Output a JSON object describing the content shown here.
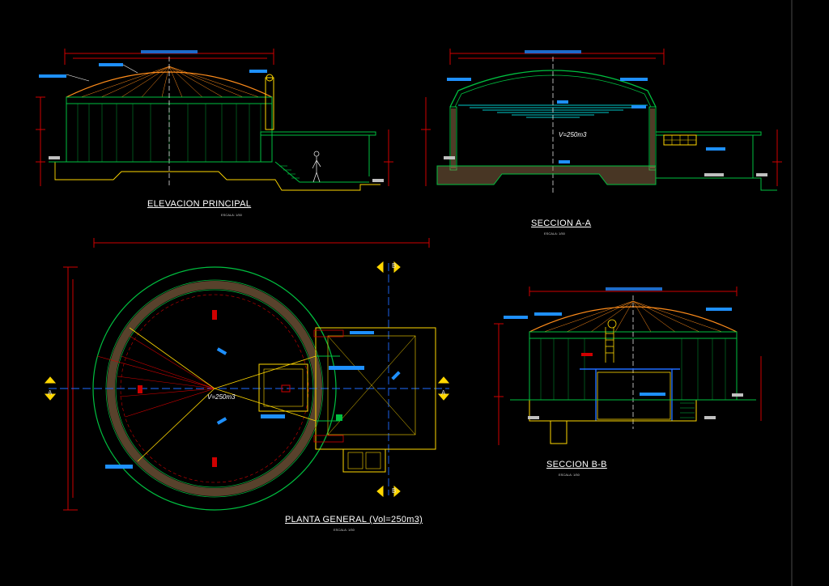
{
  "colors": {
    "background": "#000000",
    "structure": "#00c040",
    "dimension": "#d00000",
    "roof": "#ff8c1a",
    "label": "#1e90ff",
    "text": "#ffffff",
    "axis": "#ffffff",
    "water": "#00c8c8",
    "accent": "#ffd700",
    "floor_hatch": "#a07850",
    "border": "#ffffff"
  },
  "views": {
    "elevation": {
      "title": "ELEVACION PRINCIPAL",
      "scale": "ESCALA: 1/50"
    },
    "section_a": {
      "title": "SECCION A-A",
      "scale": "ESCALA: 1/50",
      "volume": "V=250m3"
    },
    "plan": {
      "title": "PLANTA GENERAL (Vol=250m3)",
      "scale": "ESCALA: 1/50",
      "volume": "V=250m3",
      "cut_a_label": "A",
      "cut_b_label": "B"
    },
    "section_b": {
      "title": "SECCION B-B",
      "scale": "ESCALA: 1/50"
    }
  }
}
